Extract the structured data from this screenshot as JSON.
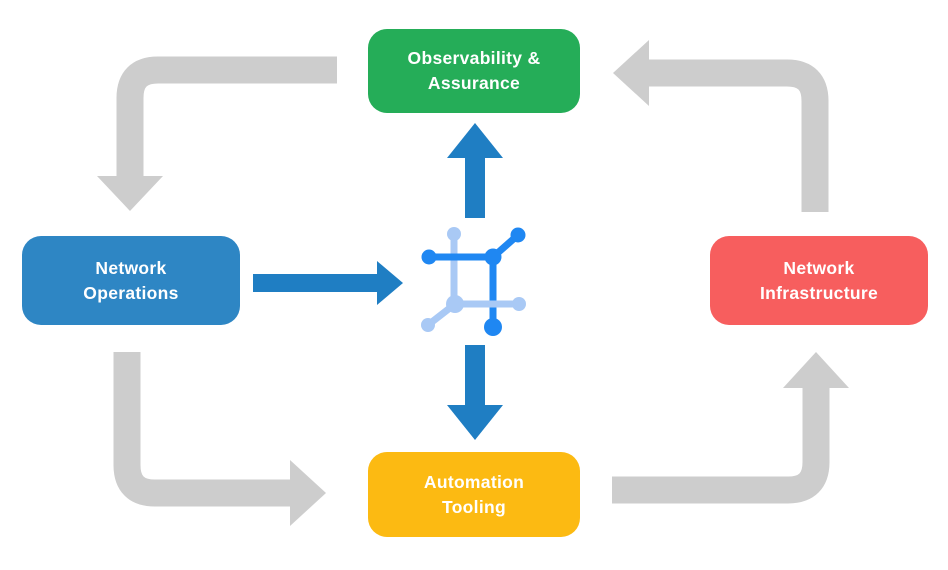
{
  "canvas": {
    "background": "#ffffff"
  },
  "nodes": {
    "observability": {
      "line1": "Observability &",
      "line2": "Assurance",
      "label": "Observability & Assurance",
      "color": "#25ad58"
    },
    "operations": {
      "line1": "Network",
      "line2": "Operations",
      "label": "Network Operations",
      "color": "#2e86c4"
    },
    "infrastructure": {
      "line1": "Network",
      "line2": "Infrastructure",
      "label": "Network Infrastructure",
      "color": "#f75e5e"
    },
    "automation": {
      "line1": "Automation",
      "line2": "Tooling",
      "label": "Automation Tooling",
      "color": "#fcba12"
    }
  },
  "center_icon": {
    "name": "network-mesh-icon",
    "color_dark": "#1f87f2",
    "color_light": "#a9c9f5"
  },
  "arrows": {
    "cycle_color": "#cdcdcd",
    "flow_color": "#1f7ec3",
    "edges": [
      {
        "from": "Observability & Assurance",
        "to": "Network Operations",
        "type": "cycle"
      },
      {
        "from": "Network Operations",
        "to": "Automation Tooling",
        "type": "cycle"
      },
      {
        "from": "Automation Tooling",
        "to": "Network Infrastructure",
        "type": "cycle"
      },
      {
        "from": "Network Infrastructure",
        "to": "Observability & Assurance",
        "type": "cycle"
      },
      {
        "from": "Network Operations",
        "to": "network-mesh-icon",
        "type": "flow"
      },
      {
        "from": "network-mesh-icon",
        "to": "Observability & Assurance",
        "type": "flow"
      },
      {
        "from": "network-mesh-icon",
        "to": "Automation Tooling",
        "type": "flow"
      }
    ]
  }
}
